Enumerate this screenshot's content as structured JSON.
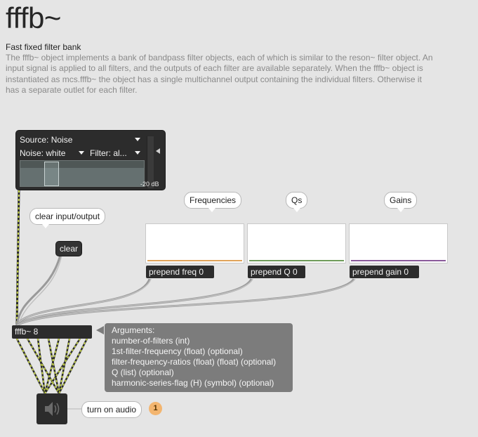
{
  "header": {
    "title": "fffb~",
    "subtitle": "Fast fixed filter bank",
    "description": "The fffb~ object implements a bank of bandpass filter objects, each of which is similar to the reson~ filter object. An input signal is applied to all filters, and the outputs of each filter are available separately. When the fffb~ object is instantiated as mcs.fffb~ the object has a single multichannel output containing the individual filters. Otherwise it has a separate outlet for each filter."
  },
  "player": {
    "source_label": "Source: Noise",
    "noise_label": "Noise: white",
    "filter_label": "Filter: al...",
    "meter_label": "-20 dB"
  },
  "comments": {
    "clear_io": "clear input/output",
    "frequencies": "Frequencies",
    "qs": "Qs",
    "gains": "Gains",
    "turn_on_audio": "turn on audio"
  },
  "buttons": {
    "clear": "clear"
  },
  "objects": {
    "prepend_freq": "prepend freq 0",
    "prepend_q": "prepend Q 0",
    "prepend_gain": "prepend gain 0",
    "fffb": "fffb~ 8"
  },
  "multisliders": {
    "frequencies_color": "#e0a35a",
    "qs_color": "#6f9b5a",
    "gains_color": "#8a5a9a"
  },
  "arguments": {
    "heading": "Arguments:",
    "items": [
      "number-of-filters (int)",
      "1st-filter-frequency (float) (optional)",
      "filter-frequency-ratios (float) (float) (optional)",
      "Q (list) (optional)",
      "harmonic-series-flag (H) (symbol) (optional)"
    ]
  },
  "badge": "1",
  "icons": {
    "speaker": "speaker-icon",
    "dropdown": "chevron-down-icon",
    "volume": "volume-triangle-icon"
  },
  "colors": {
    "background": "#e5e5e5",
    "object": "#2c2c2c",
    "patch_cord_signal": "#c8d64a",
    "badge": "#f3b56f"
  }
}
